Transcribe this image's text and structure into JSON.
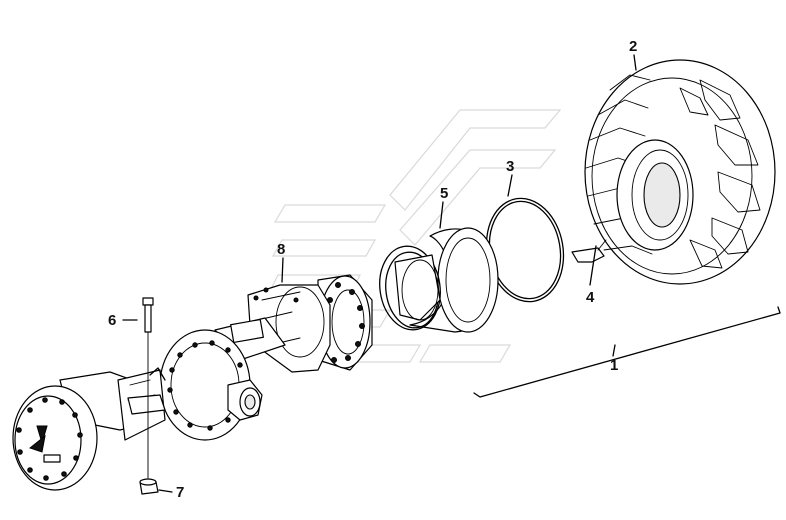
{
  "diagram": {
    "callouts": [
      {
        "id": "1",
        "label": "1"
      },
      {
        "id": "2",
        "label": "2"
      },
      {
        "id": "3",
        "label": "3"
      },
      {
        "id": "4",
        "label": "4"
      },
      {
        "id": "5",
        "label": "5"
      },
      {
        "id": "6",
        "label": "6"
      },
      {
        "id": "7",
        "label": "7"
      },
      {
        "id": "8",
        "label": "8"
      }
    ],
    "icons": {
      "watermark": "stylized-logo-watermark",
      "brand": "triangle-logo-icon"
    }
  }
}
